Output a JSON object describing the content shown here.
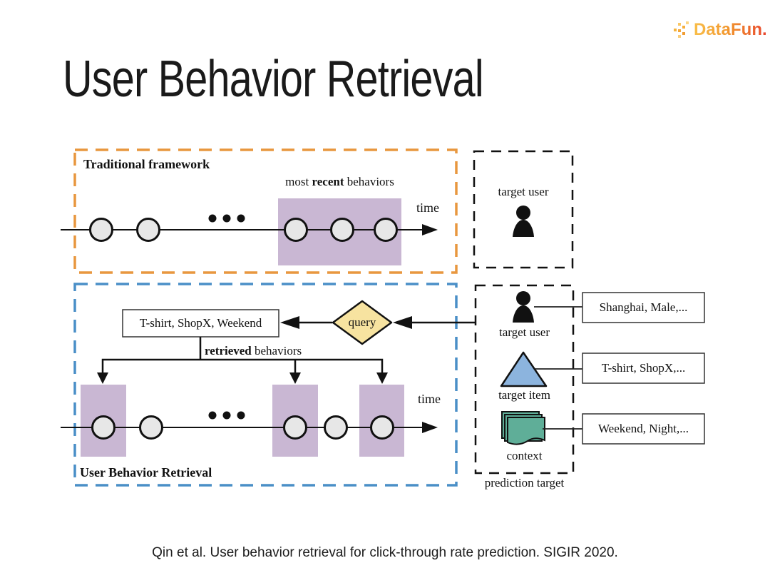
{
  "logo": {
    "text": "DataFun."
  },
  "title": "User Behavior Retrieval",
  "citation": "Qin et al. User behavior retrieval for click-through rate prediction. SIGIR 2020.",
  "traditional": {
    "label": "Traditional framework",
    "annotation_pre": "most ",
    "annotation_bold": "recent",
    "annotation_post": " behaviors",
    "time_label": "time"
  },
  "ubr": {
    "label": "User Behavior Retrieval",
    "retrieved_items": "T-shirt, ShopX, Weekend",
    "query_label": "query",
    "annotation_bold": "retrieved",
    "annotation_post": " behaviors",
    "time_label": "time"
  },
  "prediction": {
    "top_box_label": "target user",
    "caption": "prediction target",
    "items": [
      {
        "label": "target user",
        "info": "Shanghai, Male,..."
      },
      {
        "label": "target item",
        "info": "T-shirt, ShopX,..."
      },
      {
        "label": "context",
        "info": "Weekend, Night,..."
      }
    ]
  },
  "colors": {
    "traditional_border": "#E8973F",
    "ubr_border": "#4A8FC7",
    "highlight_purple": "#C9B7D3",
    "node_fill": "#E7E7E7",
    "query_yellow": "#F7E3A0",
    "item_blue": "#8CB4DE",
    "context_teal": "#5FAE98"
  }
}
